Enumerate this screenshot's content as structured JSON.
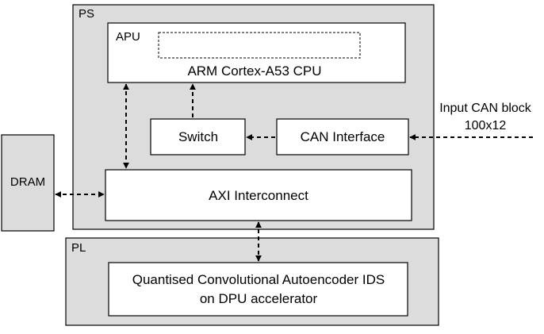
{
  "colors": {
    "region_fill": "#dcdcdc",
    "box_fill": "#ffffff",
    "stroke": "#000000",
    "placeholder_stroke": "#000000"
  },
  "ps": {
    "label": "PS"
  },
  "pl": {
    "label": "PL"
  },
  "dram": {
    "label": "DRAM"
  },
  "apu": {
    "label": "APU",
    "cpu_label": "ARM Cortex-A53 CPU"
  },
  "switch": {
    "label": "Switch"
  },
  "can_interface": {
    "label": "CAN Interface"
  },
  "axi": {
    "label": "AXI Interconnect"
  },
  "accelerator": {
    "line1": "Quantised Convolutional Autoencoder IDS",
    "line2": "on DPU accelerator"
  },
  "input": {
    "line1": "Input CAN block",
    "line2": "100x12"
  }
}
